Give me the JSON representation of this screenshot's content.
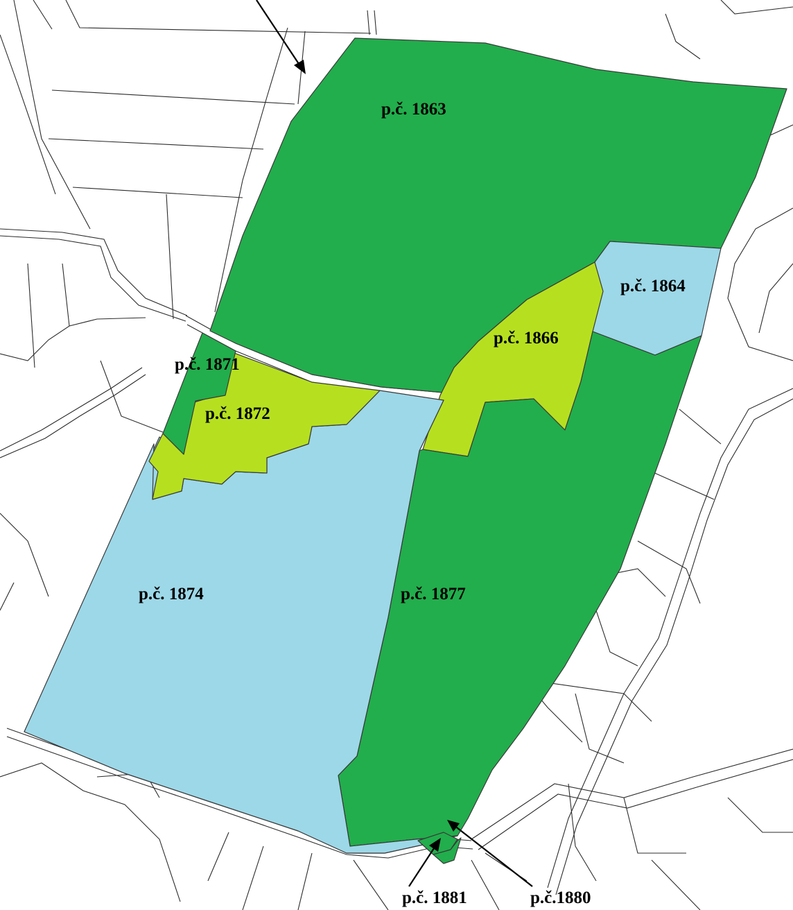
{
  "colors": {
    "forest_dark": "#22ae4c",
    "meadow_lime": "#b6e01f",
    "water_blue": "#9dd8e8",
    "line": "#2b2b2b",
    "background": "#ffffff"
  },
  "parcels": [
    {
      "id": "1863",
      "label": "p.č. 1863",
      "fill": "forest_dark"
    },
    {
      "id": "1864",
      "label": "p.č. 1864",
      "fill": "water_blue"
    },
    {
      "id": "1866",
      "label": "p.č. 1866",
      "fill": "meadow_lime"
    },
    {
      "id": "1871",
      "label": "p.č. 1871",
      "fill": "forest_dark"
    },
    {
      "id": "1872",
      "label": "p.č. 1872",
      "fill": "meadow_lime"
    },
    {
      "id": "1874",
      "label": "p.č. 1874",
      "fill": "water_blue"
    },
    {
      "id": "1877",
      "label": "p.č. 1877",
      "fill": "forest_dark"
    },
    {
      "id": "1880",
      "label": "p.č.1880",
      "fill": "forest_dark"
    },
    {
      "id": "1881",
      "label": "p.č. 1881",
      "fill": "forest_dark"
    }
  ]
}
